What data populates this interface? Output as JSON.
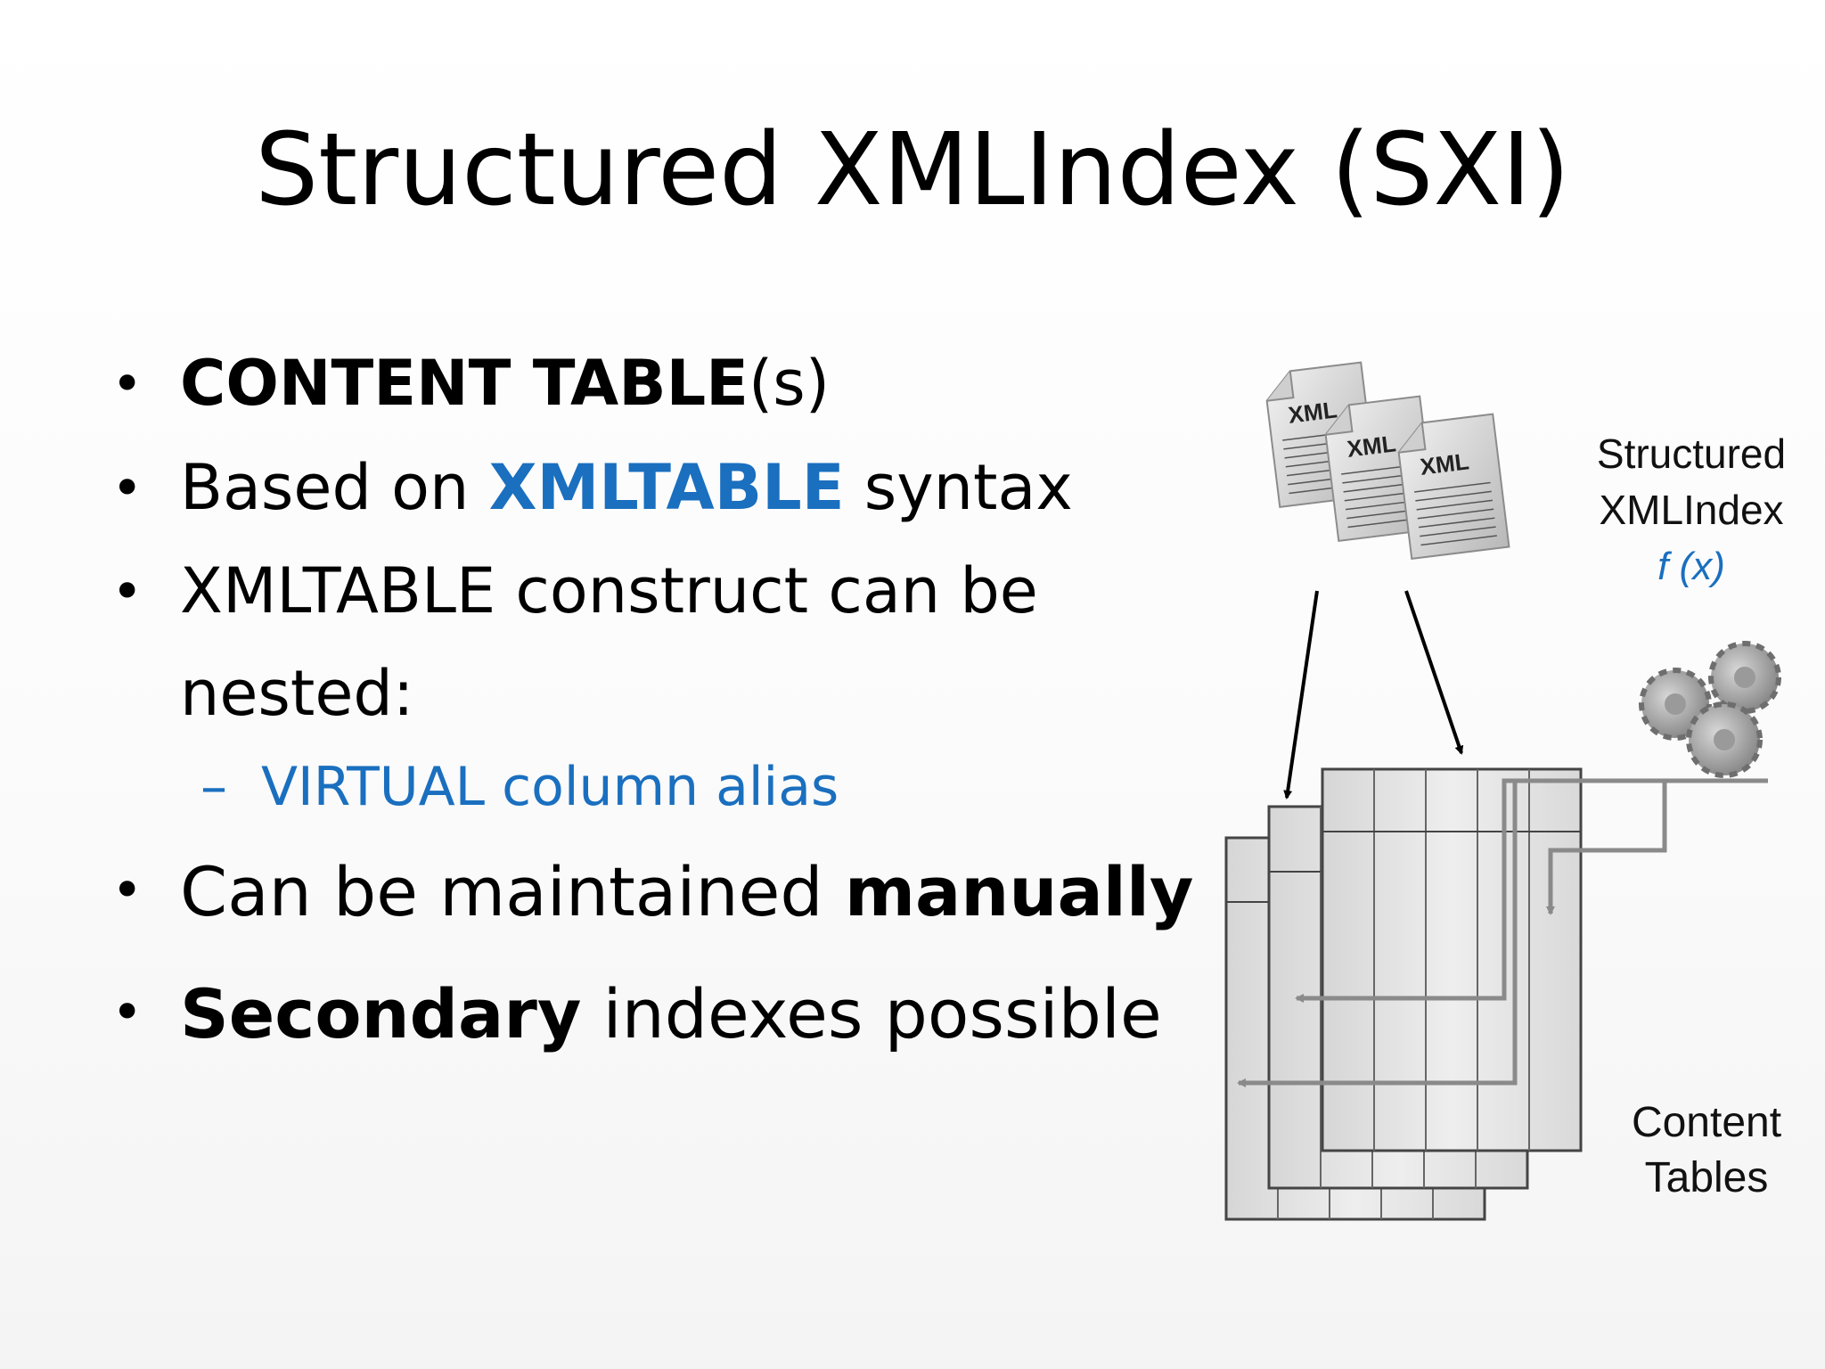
{
  "slide": {
    "title": "Structured XMLIndex (SXI)"
  },
  "bullets": [
    {
      "bold": "CONTENT TABLE",
      "rest": "(s)"
    },
    {
      "pre": "Based on ",
      "highlight": "XMLTABLE",
      "post": " syntax"
    },
    {
      "line1": "XMLTABLE construct can be",
      "line2": "nested:"
    },
    {
      "pre": "Can be maintained ",
      "bold": "manually"
    },
    {
      "bold": "Secondary",
      "post": " indexes possible"
    }
  ],
  "sub_bullet": {
    "dash": "–",
    "text": "VIRTUAL column alias"
  },
  "bullet_symbol": "•",
  "diagram": {
    "xml_doc_label": "XML",
    "index_label_line1": "Structured",
    "index_label_line2": "XMLIndex",
    "function_label": "f (x)",
    "tables_label_line1": "Content",
    "tables_label_line2": "Tables",
    "icons": [
      "xml-document-icon",
      "gears-icon"
    ]
  },
  "colors": {
    "accent_blue": "#1a6fbf",
    "text": "#000000",
    "table_fill": "#e3e3e3",
    "arrow_gray": "#8a8a8a"
  }
}
